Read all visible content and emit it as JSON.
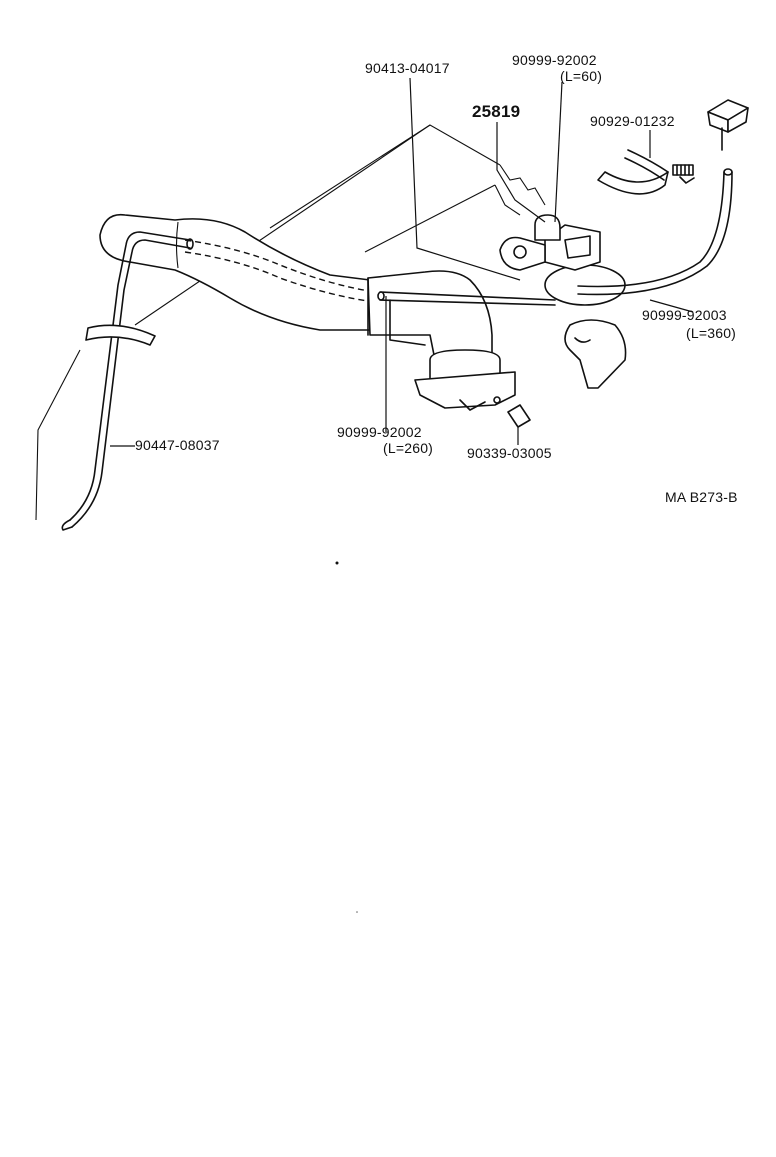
{
  "diagram": {
    "figure_ref": "MA B273-B",
    "main_part": "25819",
    "callouts": [
      {
        "id": "hose_l60",
        "part_no": "90999-92002",
        "length": "(L=60)"
      },
      {
        "id": "clamp_top",
        "part_no": "90413-04017"
      },
      {
        "id": "band",
        "part_no": "90929-01232"
      },
      {
        "id": "hose_l360",
        "part_no": "90999-92003",
        "length": "(L=360)"
      },
      {
        "id": "hose_l260",
        "part_no": "90999-92002",
        "length": "(L=260)"
      },
      {
        "id": "plug",
        "part_no": "90339-03005"
      },
      {
        "id": "hose_long",
        "part_no": "90447-08037"
      }
    ]
  }
}
